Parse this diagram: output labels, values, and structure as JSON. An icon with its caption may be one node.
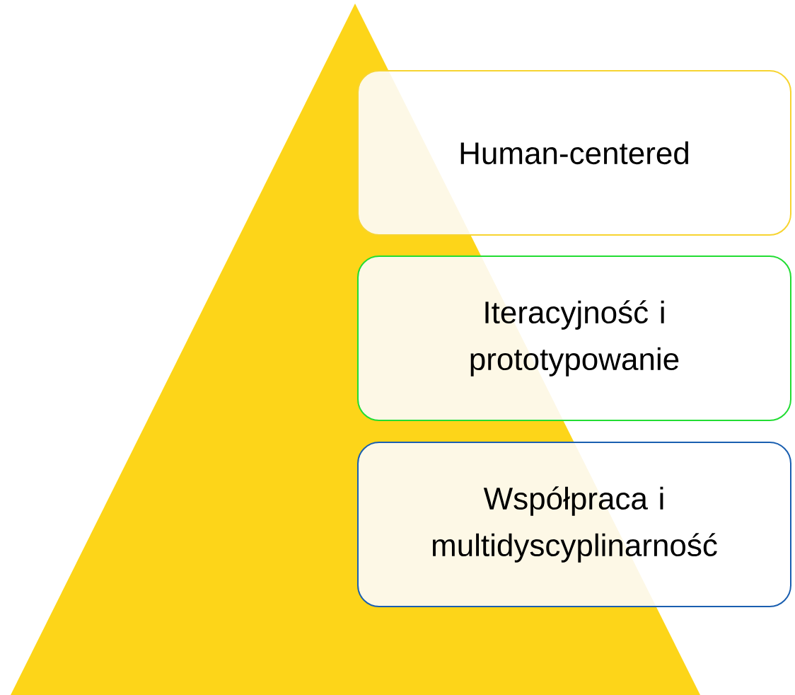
{
  "diagram": {
    "nodes": [
      {
        "text": [],
        "shape": "triangle"
      },
      {
        "text": [
          "Human-centered"
        ]
      },
      {
        "text": [
          "Iteracyjność i prototypowanie"
        ]
      },
      {
        "text": [
          "Współpraca i multidyscyplinarność"
        ]
      }
    ],
    "edges": []
  }
}
